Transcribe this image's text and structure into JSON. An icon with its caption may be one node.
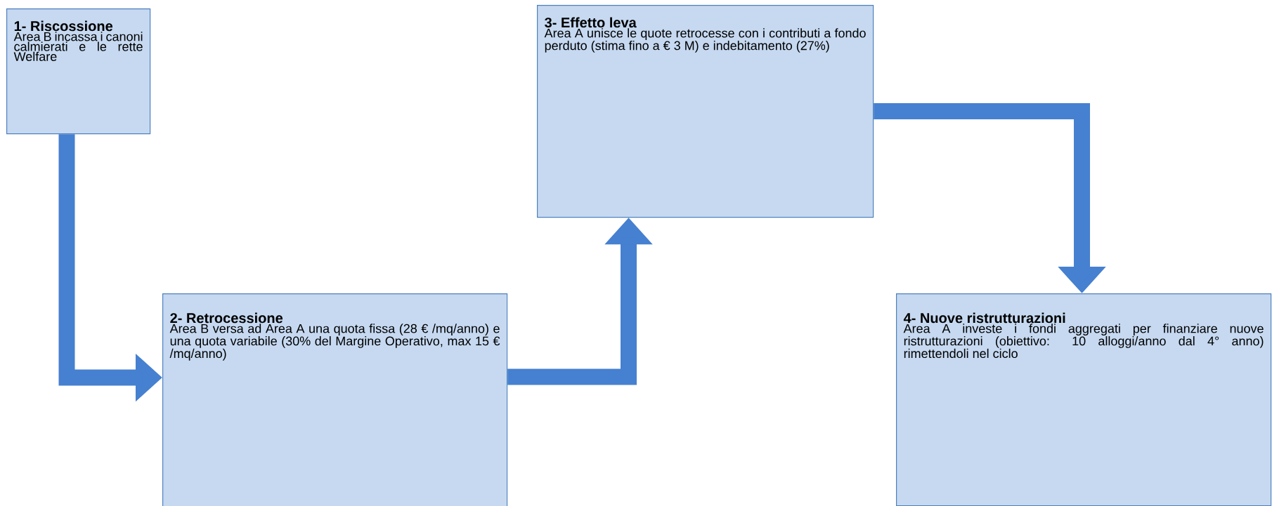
{
  "diagram": {
    "nodes": [
      {
        "text": [
          "1- Riscossione",
          "Area B incassa i canoni calmierati e le rette Welfare"
        ]
      },
      {
        "text": [
          "2- Retrocessione",
          "Area B versa ad Area A una quota fissa (28 € /mq/anno) e una quota variabile (30% del Margine Operativo, max 15 € /mq/anno)"
        ]
      },
      {
        "text": [
          "3- Effetto leva",
          "Area A unisce le quote retrocesse con i contributi a fondo perduto (stima fino a € 3 M) e indebitamento (27%)"
        ]
      },
      {
        "text": [
          "4- Nuove ristrutturazioni",
          "Area A investe i fondi aggregati per finanziare nuove ristrutturazioni (obiettivo: 10 alloggi/anno dal 4° anno) rimettendoli nel ciclo"
        ]
      }
    ],
    "edges": [
      {
        "from": 0,
        "to": 1,
        "arrow": "to"
      },
      {
        "from": 1,
        "to": 2,
        "arrow": "to"
      },
      {
        "from": 2,
        "to": 3,
        "arrow": "to"
      }
    ]
  }
}
